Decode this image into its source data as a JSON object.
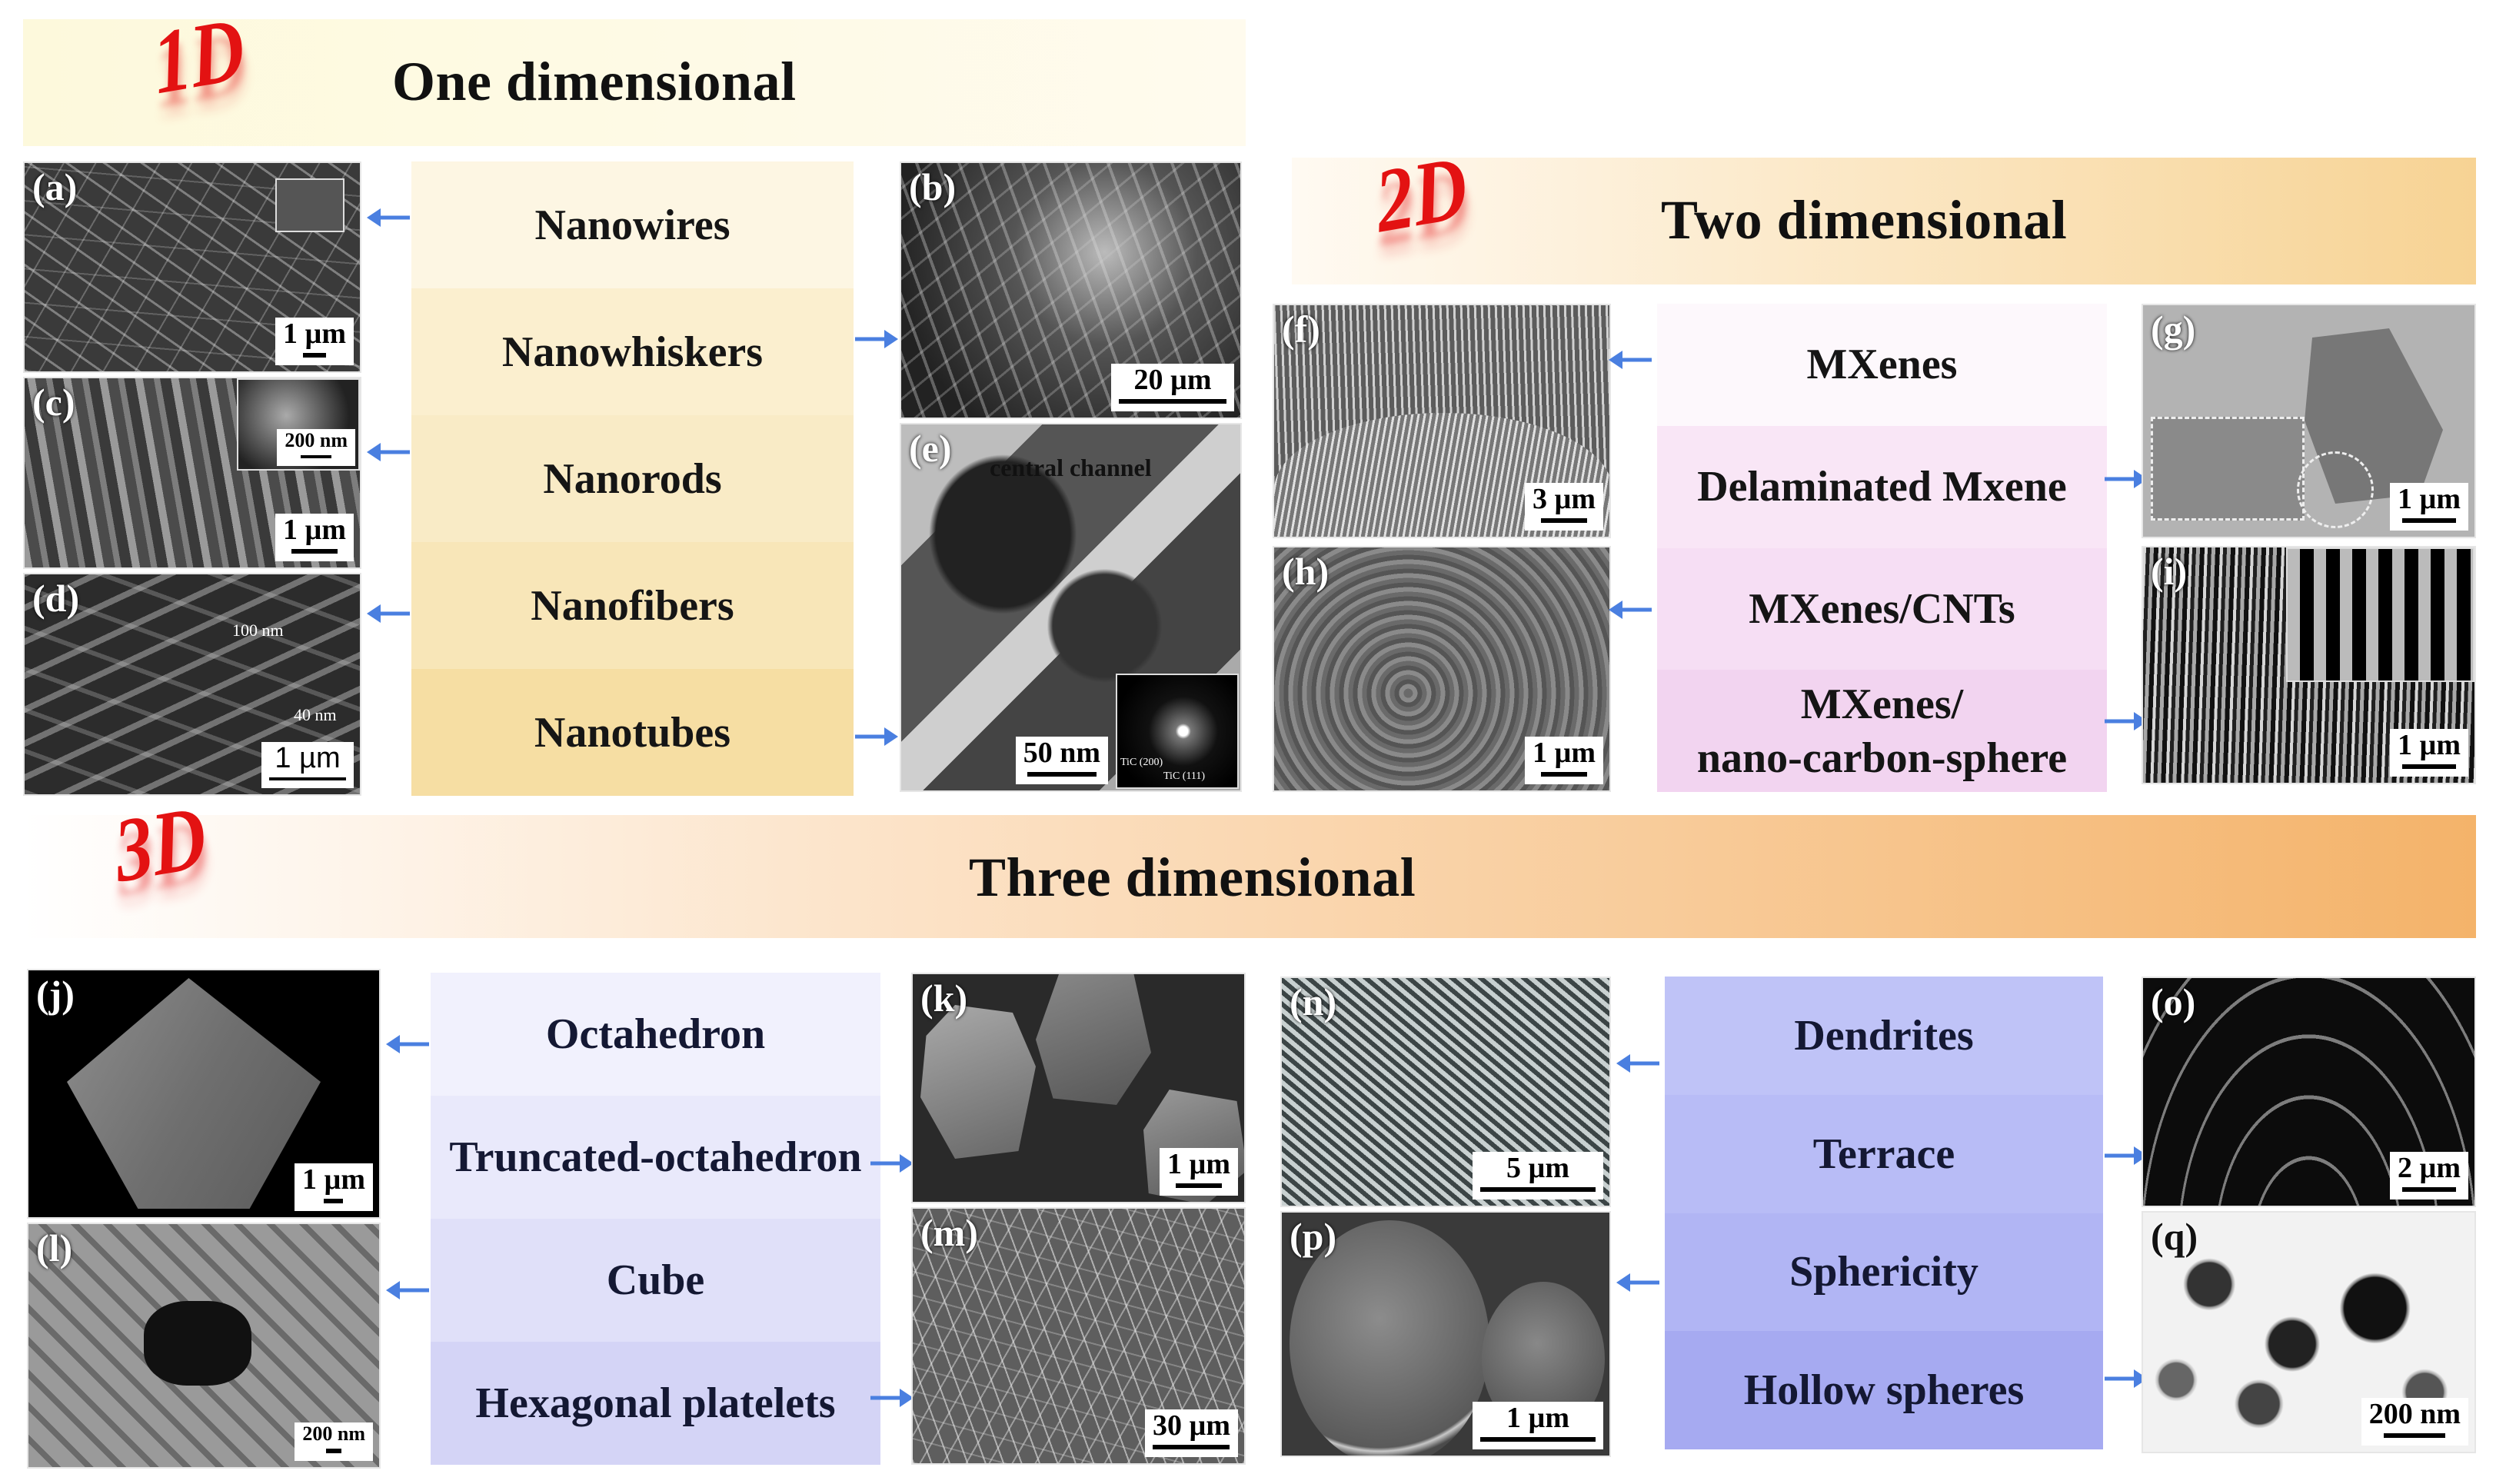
{
  "sections": {
    "one_d": {
      "badge": "1D",
      "title": "One dimensional",
      "labels": [
        "Nanowires",
        "Nanowhiskers",
        "Nanorods",
        "Nanofibers",
        "Nanotubes"
      ],
      "label_colors": [
        "#fdf6e3",
        "#fbefcf",
        "#f9ebc6",
        "#f8e6b8",
        "#f6dea3"
      ],
      "header_gradient": [
        "#fdf9dc",
        "#fffbee"
      ],
      "panels": {
        "a": {
          "id": "(a)",
          "scale": "1 µm",
          "inset_scale": ""
        },
        "b": {
          "id": "(b)",
          "scale": "20 µm"
        },
        "c": {
          "id": "(c)",
          "scale": "1 µm",
          "inset_scale": "200 nm"
        },
        "d": {
          "id": "(d)",
          "scale": "1 µm",
          "annotations": [
            "100 nm",
            "40 nm"
          ]
        },
        "e": {
          "id": "(e)",
          "scale": "50 nm",
          "annotation": "central channel",
          "inset_labels": [
            "TiC (200)",
            "TiC (111)"
          ]
        }
      }
    },
    "two_d": {
      "badge": "2D",
      "title": "Two dimensional",
      "labels": [
        "MXenes",
        "Delaminated Mxene",
        "MXenes/CNTs",
        "MXenes/\nnano-carbon-sphere"
      ],
      "label_line1": "MXenes/",
      "label_line2": "nano-carbon-sphere",
      "label_colors": [
        "#fdf8fc",
        "#f9e6f6",
        "#f6def4",
        "#f2d4f0"
      ],
      "header_gradient": [
        "#fffaf2",
        "#f7d394"
      ],
      "panels": {
        "f": {
          "id": "(f)",
          "scale": "3 µm"
        },
        "g": {
          "id": "(g)",
          "scale": "1 µm"
        },
        "h": {
          "id": "(h)",
          "scale": "1 µm"
        },
        "i": {
          "id": "(i)",
          "scale": "1 µm"
        }
      }
    },
    "three_d": {
      "badge": "3D",
      "title": "Three dimensional",
      "labels_left": [
        "Octahedron",
        "Truncated-octahedron",
        "Cube",
        "Hexagonal platelets"
      ],
      "labels_right": [
        "Dendrites",
        "Terrace",
        "Sphericity",
        "Hollow spheres"
      ],
      "left_colors": [
        "#f1f1fd",
        "#e9e9fb",
        "#e0e0f9",
        "#d4d4f6"
      ],
      "right_colors": [
        "#bfc3f7",
        "#b8bcf6",
        "#b1b5f4",
        "#a6aaf1"
      ],
      "header_gradient": [
        "#ffffff",
        "#f4b36a"
      ],
      "panels": {
        "j": {
          "id": "(j)",
          "scale": "1 µm"
        },
        "k": {
          "id": "(k)",
          "scale": "1 µm"
        },
        "l": {
          "id": "(l)",
          "scale": "200 nm"
        },
        "m": {
          "id": "(m)",
          "scale": "30 µm"
        },
        "n": {
          "id": "(n)",
          "scale": "5 µm"
        },
        "o": {
          "id": "(o)",
          "scale": "2 µm"
        },
        "p": {
          "id": "(p)",
          "scale": "1 µm"
        },
        "q": {
          "id": "(q)",
          "scale": "200 nm"
        }
      }
    }
  },
  "colors": {
    "badge_red": "#e31212",
    "arrow_blue": "#4a7fe0",
    "text_dark": "#151515"
  }
}
